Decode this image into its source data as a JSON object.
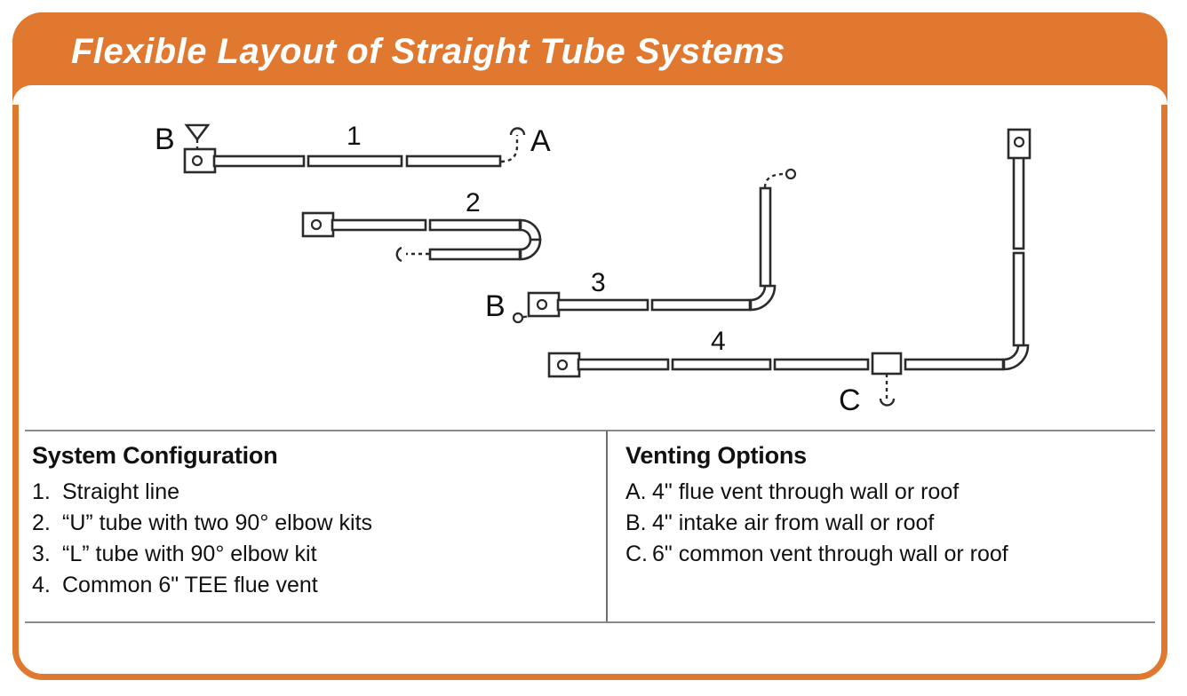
{
  "title": "Flexible Layout of Straight Tube Systems",
  "colors": {
    "brand_orange": "#E0792F",
    "line_dark": "#2b2b2b",
    "divider_grey": "#8a8a8a",
    "title_text": "#ffffff"
  },
  "diagram": {
    "row_numbers": [
      "1",
      "2",
      "3",
      "4"
    ],
    "vent_labels": {
      "b_row1": "B",
      "a_row1": "A",
      "b_row3": "B",
      "c_row4": "C"
    }
  },
  "legend": {
    "left": {
      "heading": "System Configuration",
      "items": [
        {
          "marker": "1.",
          "text": "Straight line"
        },
        {
          "marker": "2.",
          "text": "“U” tube with two 90° elbow kits"
        },
        {
          "marker": "3.",
          "text": "“L” tube with 90° elbow kit"
        },
        {
          "marker": "4.",
          "text": "Common 6\" TEE flue vent"
        }
      ]
    },
    "right": {
      "heading": "Venting Options",
      "items": [
        {
          "marker": "A.",
          "text": "4\" flue vent through wall or roof"
        },
        {
          "marker": "B.",
          "text": "4\" intake air from wall or roof"
        },
        {
          "marker": "C.",
          "text": "6\" common vent through wall or roof"
        }
      ]
    }
  }
}
